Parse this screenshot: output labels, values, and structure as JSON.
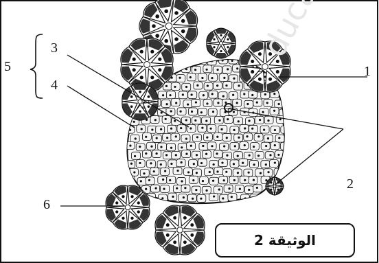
{
  "labels": {
    "l1": "1",
    "l2": "2",
    "l3": "3",
    "l4": "4",
    "l5": "5",
    "l6": "6"
  },
  "document_title": "الوثيقة 2",
  "watermark": "ducat",
  "colors": {
    "ink": "#111111",
    "cell_fill": "#f4f4f4",
    "acinus_fill": "#ffffff"
  }
}
